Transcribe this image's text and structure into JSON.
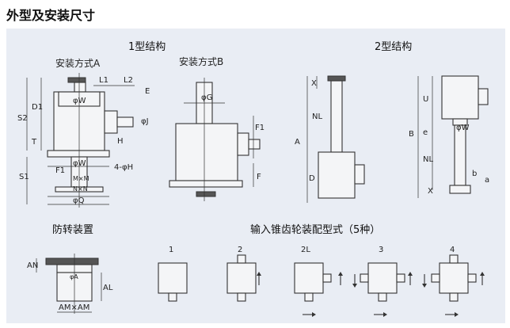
{
  "page": {
    "title": "外型及安装尺寸"
  },
  "sections": {
    "type1": "1型结构",
    "type2": "2型结构",
    "mount_a": "安装方式A",
    "mount_b": "安装方式B",
    "anti_rotation": "防转装置",
    "bevel_assembly": "输入锥齿轮装配型式（5种）"
  },
  "dims": {
    "L1": "L1",
    "L2": "L2",
    "E": "E",
    "phiW": "φW",
    "phiJ": "φJ",
    "H": "H",
    "D1": "D1",
    "S2": "S2",
    "T": "T",
    "S1": "S1",
    "F1": "F1",
    "MxM": "M×M",
    "NxN": "N×N",
    "phiQ": "φQ",
    "4phiH": "4-φH",
    "phiG": "φG",
    "F": "F",
    "X": "X",
    "NL": "NL",
    "A": "A",
    "D": "D",
    "U": "U",
    "e": "e",
    "B": "B",
    "a": "a",
    "b": "b",
    "AN": "AN",
    "phiA": "φA",
    "AL": "AL",
    "AMxAM": "AM×AM"
  },
  "assembly_types": [
    "1",
    "2",
    "2L",
    "3",
    "4"
  ]
}
